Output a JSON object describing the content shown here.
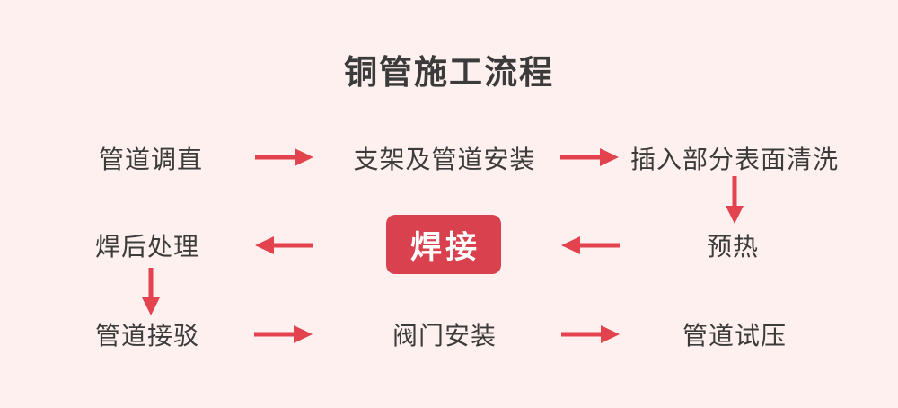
{
  "title": "铜管施工流程",
  "colors": {
    "background": "#fdf0ee",
    "accent": "#e2434f",
    "text": "#3b3b3b",
    "weld_bg": "#d9414e",
    "weld_text": "#ffffff"
  },
  "nodes": {
    "straighten": "管道调直",
    "bracket": "支架及管道安装",
    "clean": "插入部分表面清洗",
    "preheat": "预热",
    "weld": "焊接",
    "postweld": "焊后处理",
    "connect": "管道接驳",
    "valve": "阀门安装",
    "pressure": "管道试压"
  },
  "flow_order": [
    "管道调直",
    "支架及管道安装",
    "插入部分表面清洗",
    "预热",
    "焊接",
    "焊后处理",
    "管道接驳",
    "阀门安装",
    "管道试压"
  ]
}
